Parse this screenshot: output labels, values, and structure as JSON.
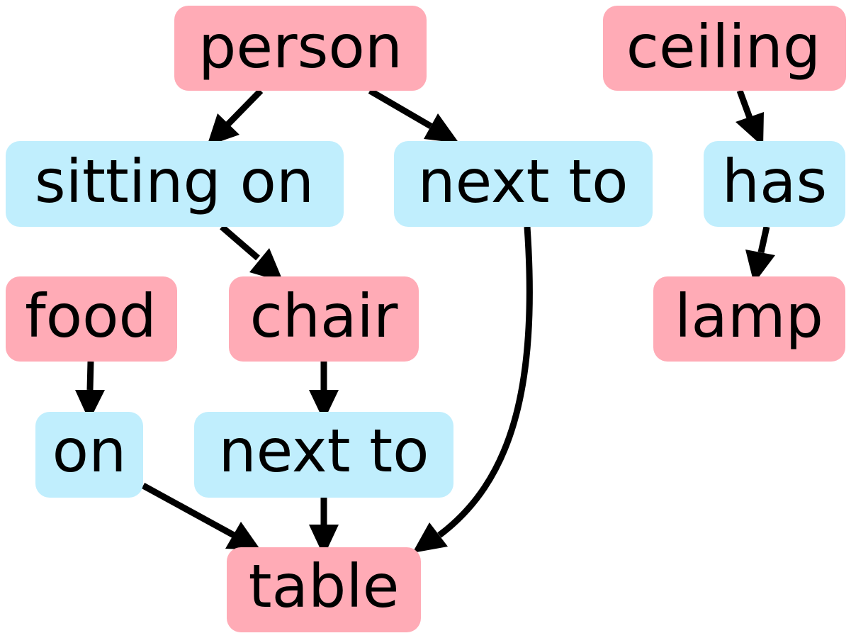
{
  "colors": {
    "object": "#ffabb6",
    "relation": "#c0eefd",
    "edge": "#000000"
  },
  "nodes": {
    "person": {
      "label": "person",
      "kind": "object"
    },
    "ceiling": {
      "label": "ceiling",
      "kind": "object"
    },
    "sitting_on": {
      "label": "sitting on",
      "kind": "relation"
    },
    "next_to_1": {
      "label": "next to",
      "kind": "relation"
    },
    "has": {
      "label": "has",
      "kind": "relation"
    },
    "food": {
      "label": "food",
      "kind": "object"
    },
    "chair": {
      "label": "chair",
      "kind": "object"
    },
    "lamp": {
      "label": "lamp",
      "kind": "object"
    },
    "on": {
      "label": "on",
      "kind": "relation"
    },
    "next_to_2": {
      "label": "next to",
      "kind": "relation"
    },
    "table": {
      "label": "table",
      "kind": "object"
    }
  },
  "edges": [
    {
      "from": "person",
      "to": "sitting_on"
    },
    {
      "from": "person",
      "to": "next_to_1"
    },
    {
      "from": "ceiling",
      "to": "has"
    },
    {
      "from": "sitting_on",
      "to": "chair"
    },
    {
      "from": "has",
      "to": "lamp"
    },
    {
      "from": "food",
      "to": "on"
    },
    {
      "from": "chair",
      "to": "next_to_2"
    },
    {
      "from": "on",
      "to": "table"
    },
    {
      "from": "next_to_2",
      "to": "table"
    },
    {
      "from": "next_to_1",
      "to": "table"
    }
  ]
}
